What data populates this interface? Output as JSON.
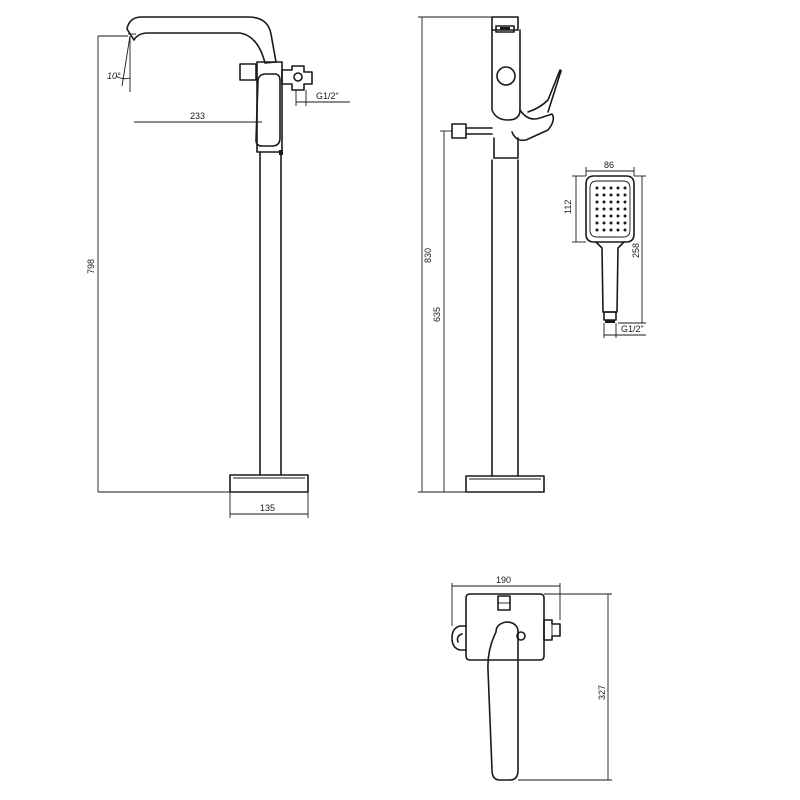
{
  "dimensions": {
    "side_spout_angle": "10°",
    "side_spout_reach": "233",
    "side_inlet_thread": "G1/2\"",
    "side_total_height": "798",
    "side_base_width": "135",
    "front_total_height": "830",
    "front_handle_height": "635",
    "shower_head_width": "86",
    "shower_head_face": "112",
    "shower_total_length": "258",
    "shower_thread": "G1/2\"",
    "wall_width": "190",
    "wall_height": "327"
  }
}
